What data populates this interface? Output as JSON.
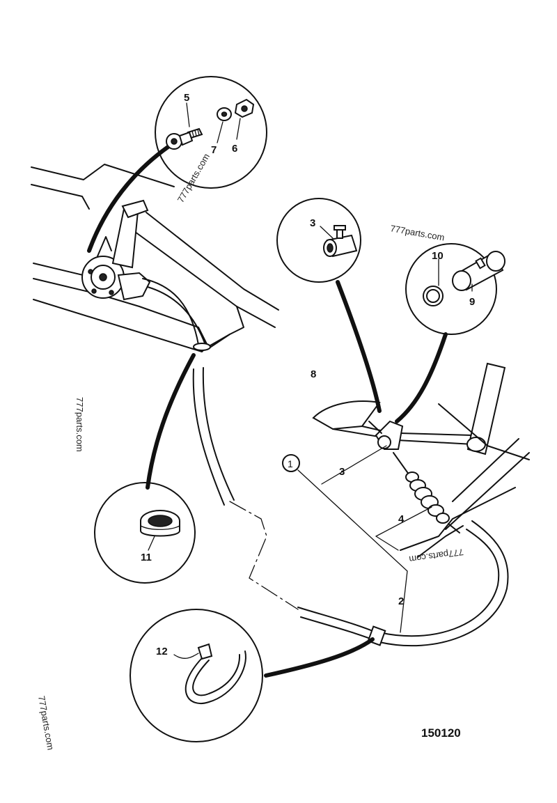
{
  "drawing_number": "150120",
  "watermark": "777parts.com",
  "callouts": {
    "c1": "1",
    "c2": "2",
    "c3a": "3",
    "c3b": "3",
    "c4": "4",
    "c5": "5",
    "c6": "6",
    "c7": "7",
    "c8": "8",
    "c9": "9",
    "c10": "10",
    "c11": "11",
    "c12": "12"
  }
}
